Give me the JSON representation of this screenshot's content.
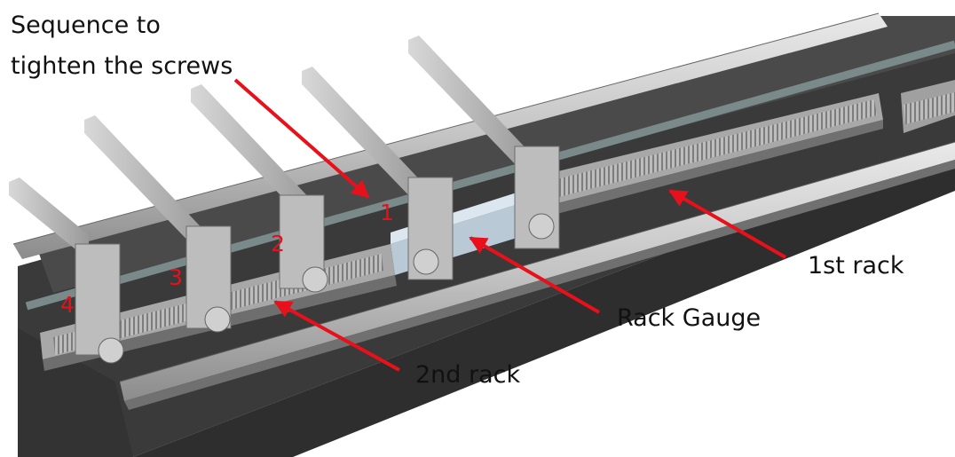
{
  "labels": {
    "sequence_line1": "Sequence to",
    "sequence_line2": "tighten the screws",
    "first_rack": "1st rack",
    "rack_gauge": "Rack Gauge",
    "second_rack": "2nd rack"
  },
  "sequence_numbers": [
    "1",
    "2",
    "3",
    "4"
  ],
  "colors": {
    "annotation": "#e8101a",
    "label_text": "#111111"
  }
}
